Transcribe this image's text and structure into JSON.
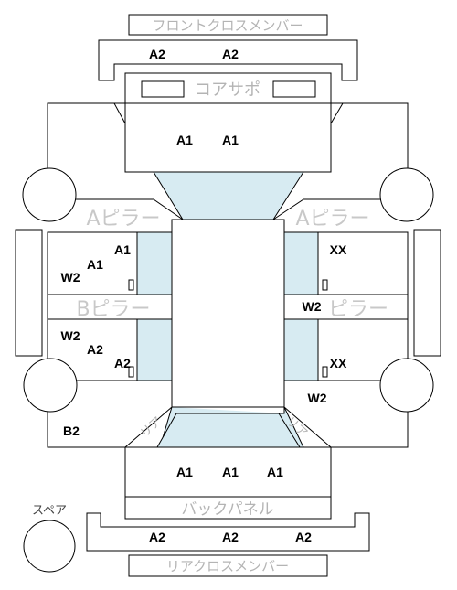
{
  "labels": {
    "front_cross_member": "フロントクロスメンバー",
    "core_support": "コアサポ",
    "a_pillar_left": "Aピラー",
    "a_pillar_right": "Aピラー",
    "b_pillar_left": "Bピラー",
    "b_pillar_right": "ピラー",
    "back_panel": "バックパネル",
    "spare": "スペア",
    "rear_cross_member": "リアクロスメンバー",
    "rear_corner_left": "リア",
    "rear_corner_right": "リア"
  },
  "codes": {
    "front_cross_left": "A2",
    "front_cross_right": "A2",
    "front_hood_left": "A1",
    "front_hood_right": "A1",
    "front_left_door_a": "A1",
    "front_left_door_b": "A1",
    "front_left_door_w": "W2",
    "front_right_door": "XX",
    "rear_left_w": "W2",
    "rear_left_a1": "A2",
    "rear_left_a2": "A2",
    "right_b_pillar_w": "W2",
    "rear_right_door": "XX",
    "rear_right_w": "W2",
    "rear_left_quarter": "B2",
    "trunk_1": "A1",
    "trunk_2": "A1",
    "trunk_3": "A1",
    "rear_cross_1": "A2",
    "rear_cross_2": "A2",
    "rear_cross_3": "A2"
  },
  "colors": {
    "glass": "#d7ebf2",
    "outline": "#000000",
    "panel_label": "#b4b4b4"
  }
}
